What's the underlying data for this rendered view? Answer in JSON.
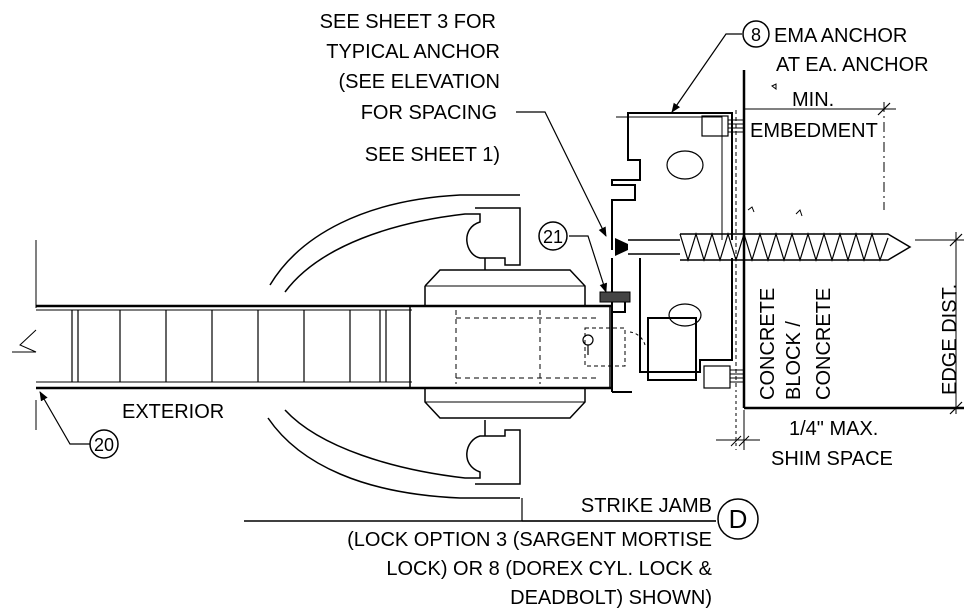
{
  "notes": {
    "anchor_ref": [
      "SEE SHEET 3 FOR",
      "TYPICAL  ANCHOR",
      "(SEE ELEVATION",
      "FOR SPACING",
      "SEE SHEET 1)"
    ],
    "ema_anchor": [
      "EMA ANCHOR",
      "AT EA. ANCHOR"
    ],
    "min_embedment": [
      "MIN.",
      "EMBEDMENT"
    ],
    "edge_dist": "EDGE DIST.",
    "substrate": [
      "CONCRETE",
      "BLOCK /",
      "CONCRETE"
    ],
    "shim": [
      "1/4\" MAX.",
      "SHIM SPACE"
    ],
    "exterior": "EXTERIOR"
  },
  "callouts": {
    "ema": "8",
    "sealant": "21",
    "panel": "20"
  },
  "title_block": {
    "title": "STRIKE JAMB",
    "detail": "D",
    "subtitle": [
      "(LOCK OPTION 3 (SARGENT MORTISE",
      "LOCK) OR 8 (DOREX CYL. LOCK &",
      "DEADBOLT) SHOWN)"
    ]
  }
}
